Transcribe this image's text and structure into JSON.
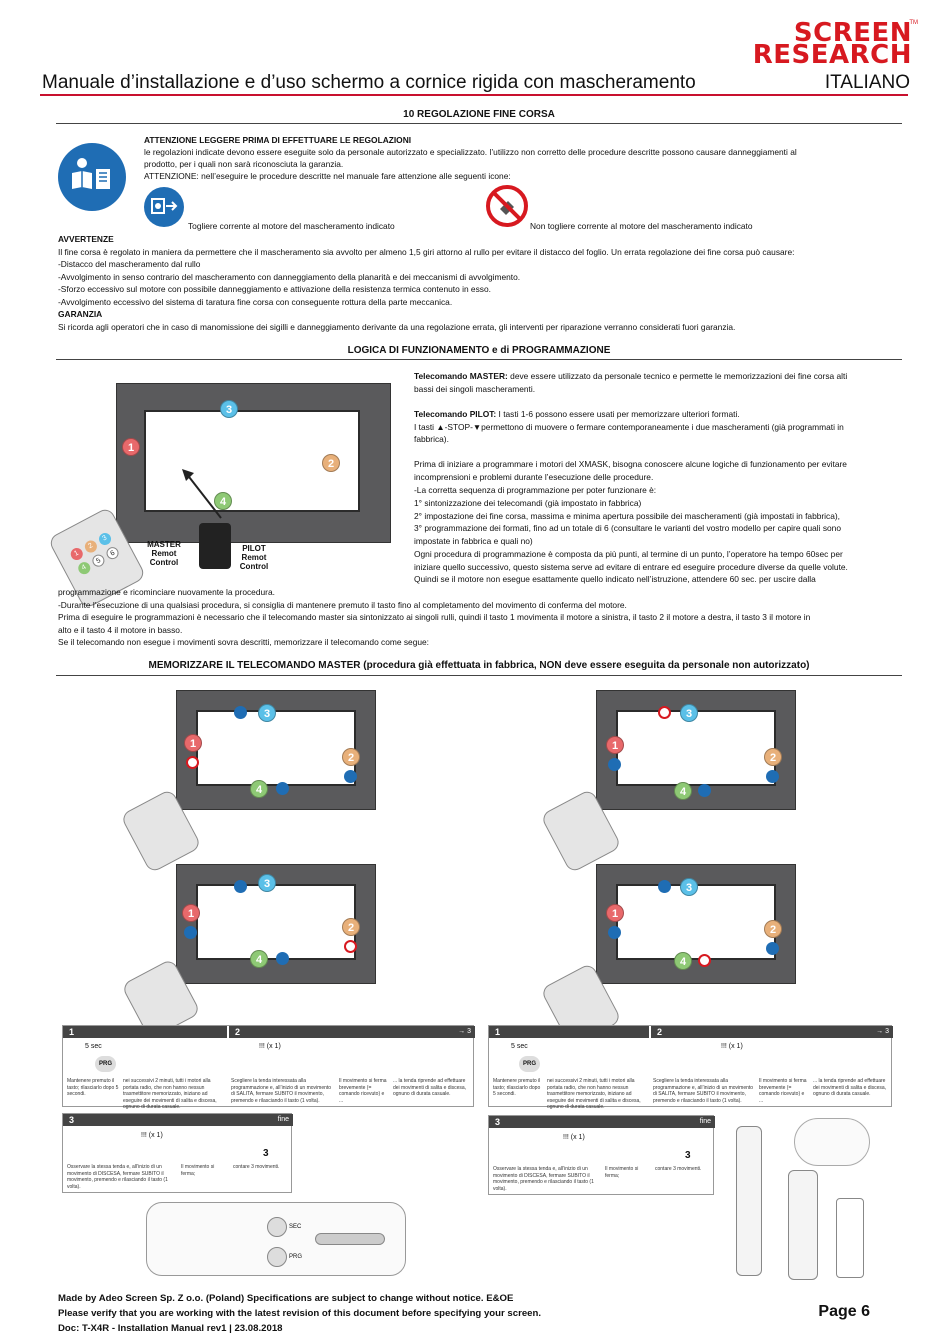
{
  "header": {
    "logo_line1": "SCREEN",
    "logo_line2": "RESEARCH",
    "trademark": "TM",
    "doc_title": "Manuale d’installazione e d’uso schermo a cornice rigida con mascheramento",
    "language": "ITALIANO",
    "brand_color": "#d71920"
  },
  "section10": {
    "title": "10 REGOLAZIONE FINE CORSA",
    "attention_title": "ATTENZIONE LEGGERE PRIMA DI EFFETTUARE LE REGOLAZIONI",
    "attention_l1": "le regolazioni indicate devono essere eseguite solo da personale autorizzato e specializzato. l’utilizzo non corretto delle procedure descritte possono causare danneggiamenti al",
    "attention_l2": "prodotto, per i quali non sarà riconosciuta la garanzia.",
    "attention_l3": "ATTENZIONE: nell’eseguire le procedure descritte nel manuale fare attenzione alle seguenti icone:",
    "icon_plug_caption": "Togliere corrente al motore del mascheramento indicato",
    "icon_noplug_caption": "Non togliere corrente al motore del mascheramento indicato",
    "warnings_title": "AVVERTENZE",
    "warnings": [
      "Il fine corsa è regolato in maniera da permettere che il mascheramento sia avvolto per almeno 1,5 giri attorno al rullo per evitare il distacco del foglio. Un errata regolazione dei fine corsa può causare:",
      "-Distacco del mascheramento dal rullo",
      "-Avvolgimento in senso contrario del mascheramento con danneggiamento della planarità e dei meccanismi di avvolgimento.",
      "-Sforzo eccessivo sul motore con possibile danneggiamento e attivazione della resistenza termica contenuto in esso.",
      "-Avvolgimento eccessivo del sistema di taratura fine corsa con conseguente rottura della parte meccanica."
    ],
    "warranty_title": "GARANZIA",
    "warranty_text": "Si ricorda agli operatori che in caso di manomissione dei sigilli e danneggiamento derivante da una regolazione errata, gli interventi per riparazione verranno considerati fuori garanzia."
  },
  "logic": {
    "title": "LOGICA DI FUNZIONAMENTO e di PROGRAMMAZIONE",
    "figure_labels": {
      "master": "MASTER Remot Control",
      "pilot": "PILOT Remot Control",
      "n1": "1",
      "n2": "2",
      "n3": "3",
      "n4": "4",
      "n5": "5",
      "n6": "6"
    },
    "master_label": "Telecomando MASTER:",
    "master_text_l1": " deve essere utilizzato da personale tecnico e permette le memorizzazioni dei fine corsa alti",
    "master_text_l2": "bassi dei singoli mascheramenti.",
    "pilot_label": "Telecomando PILOT:",
    "pilot_text_l1": " I tasti 1-6 possono essere usati per memorizzare ulteriori formati.",
    "pilot_text_l2": "I tasti ▲-STOP-▼permettono di muovere o fermare contemporaneamente i due mascheramenti (già programmati in",
    "pilot_text_l3": "fabbrica).",
    "para": [
      "Prima di iniziare a programmare i motori del XMASK, bisogna conoscere alcune logiche di funzionamento per evitare",
      "incomprensioni e problemi durante l’esecuzione delle procedure.",
      "-La corretta sequenza di programmazione per poter funzionare è:",
      "1° sintonizzazione dei telecomandi (già impostato in fabbrica)",
      "2° impostazione dei fine corsa, massima e minima apertura possibile dei mascheramenti (già impostati in fabbrica),",
      "3° programmazione dei formati, fino ad un totale di 6 (consultare le varianti del vostro modello per capire quali sono",
      "impostate in fabbrica e quali no)",
      "Ogni procedura di programmazione è composta da più punti, al termine di un punto, l’operatore ha tempo 60sec per",
      "iniziare quello successivo, questo sistema serve ad evitare di entrare ed eseguire procedure diverse da quelle volute.",
      "Quindi se il motore non esegue esattamente quello indicato nell’istruzione, attendere 60 sec. per uscire dalla"
    ],
    "full_lines": [
      "programmazione e ricominciare nuovamente la procedura.",
      "-Durante l’esecuzione di una qualsiasi procedura, si consiglia di mantenere premuto il tasto fino al completamento del movimento di conferma del motore.",
      "Prima di eseguire le programmazioni è necessario che il telecomando master sia sintonizzato ai singoli rulli, quindi il tasto 1 movimenta il motore a sinistra, il tasto 2 il motore a destra, il tasto 3 il motore in",
      "alto e il tasto 4 il motore in basso.",
      "Se il telecomando non esegue i movimenti sovra descritti, memorizzare il telecomando come segue:"
    ]
  },
  "memorize": {
    "title": "MEMORIZZARE IL TELECOMANDO MASTER (procedura già effettuata in fabbrica, NON deve essere eseguita da personale non autorizzato)",
    "steps": {
      "s1": "1",
      "s2": "2",
      "s3": "3",
      "arrow3": "→ 3",
      "fine": "fine",
      "sec": "5 sec",
      "prg": "PRG",
      "x1": "!!! (x 1)",
      "x3": "3",
      "note_s1": "Mantenere premuto il tasto; rilasciarlo dopo 5 secondi.",
      "note_s1b": "nei successivi 2 minuti, tutti i motori alla portata radio, che non hanno nessun trasmettitore memorizzato, iniziano ad eseguire dei movimenti di salita e discesa, ognuno di durata casuale.",
      "note_s2": "Scegliere la tenda interessata alla programmazione e, all’inizio di un movimento di SALITA, fermare SUBITO il movimento, premendo e rilasciando il tasto (1 volta).",
      "note_s2b": "Il movimento si ferma brevemente (= comando ricevuto) e ...",
      "note_s2c": "... la tenda riprende ad effettuare dei movimenti di salita e discesa, ognuno di durata casuale.",
      "note_s3": "Osservare la stessa tenda e, all’inizio di un movimento di DISCESA, fermare SUBITO il movimento, premendo e rilasciando il tasto (1 volta).",
      "note_s3b": "Il movimento si ferma;",
      "note_s3c": "contare 3 movimenti.",
      "battery_sec": "SEC",
      "battery_prg": "PRG"
    }
  },
  "footer": {
    "l1": "Made by Adeo Screen Sp. Z o.o. (Poland) Specifications are subject to change without notice. E&OE",
    "l2": "Please verify that you are working with the latest revision of this document before specifying your screen.",
    "l3": "Doc: T-X4R - Installation Manual rev1 | 23.08.2018",
    "page": "Page 6"
  }
}
